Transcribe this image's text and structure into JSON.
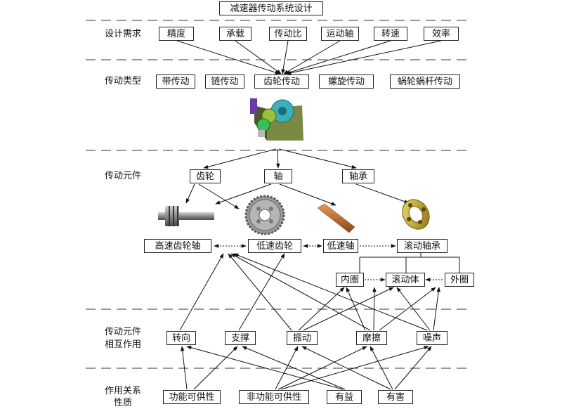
{
  "title": "减速器传动系统设计",
  "sections": {
    "design_req": "设计需求",
    "trans_type": "传动类型",
    "trans_elem": "传动元件",
    "interaction_l1": "传动元件",
    "interaction_l2": "相互作用",
    "property_l1": "作用关系",
    "property_l2": "性质"
  },
  "requirements": [
    "精度",
    "承载",
    "传动比",
    "运动轴",
    "转速",
    "效率"
  ],
  "types": [
    "带传动",
    "链传动",
    "齿轮传动",
    "螺旋传动",
    "蜗轮蜗杆传动"
  ],
  "elements": [
    "齿轮",
    "轴",
    "轴承"
  ],
  "parts": [
    "高速齿轮轴",
    "低速齿轮",
    "低速轴",
    "滚动轴承"
  ],
  "bearing_parts": [
    "内圈",
    "滚动体",
    "外圈"
  ],
  "interactions": [
    "转向",
    "支撑",
    "振动",
    "摩擦",
    "噪声"
  ],
  "properties": [
    "功能可供性",
    "非功能可供性",
    "有益",
    "有害"
  ],
  "icons": [
    "gearbox-illustration",
    "gear-shaft-illustration",
    "spur-gear-illustration",
    "shaft-illustration",
    "ball-bearing-illustration"
  ]
}
